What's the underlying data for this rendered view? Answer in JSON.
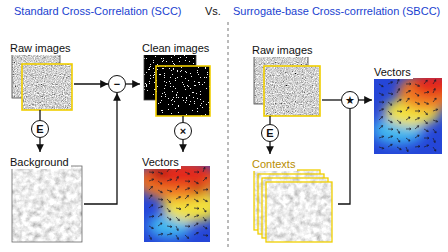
{
  "diagram": {
    "nodes": [
      {
        "text": [
          "Raw images"
        ]
      },
      {
        "text": [
          "E"
        ]
      },
      {
        "text": [
          "Background"
        ]
      },
      {
        "text": [
          "−"
        ]
      },
      {
        "text": [
          "Clean images"
        ]
      },
      {
        "text": [
          "×"
        ]
      },
      {
        "text": [
          "Vectors"
        ]
      },
      {
        "text": [
          "Raw images"
        ]
      },
      {
        "text": [
          "E"
        ]
      },
      {
        "text": [
          "Contexts"
        ]
      },
      {
        "text": [
          "★"
        ]
      },
      {
        "text": [
          "Vectors"
        ]
      }
    ],
    "edges": [
      {
        "from": 0,
        "to": 3,
        "arrow": "to"
      },
      {
        "from": 0,
        "to": 1,
        "arrow": "none"
      },
      {
        "from": 1,
        "to": 2,
        "arrow": "to"
      },
      {
        "from": 2,
        "to": 3,
        "arrow": "to"
      },
      {
        "from": 3,
        "to": 4,
        "arrow": "to"
      },
      {
        "from": 4,
        "to": 5,
        "arrow": "none"
      },
      {
        "from": 5,
        "to": 6,
        "arrow": "to"
      },
      {
        "from": 7,
        "to": 10,
        "arrow": "none"
      },
      {
        "from": 7,
        "to": 8,
        "arrow": "none"
      },
      {
        "from": 8,
        "to": 9,
        "arrow": "to"
      },
      {
        "from": 9,
        "to": 10,
        "arrow": "none"
      },
      {
        "from": 10,
        "to": 11,
        "arrow": "to"
      }
    ],
    "labels": [
      "Standard Cross-Correlation (SCC)",
      "Vs.",
      "Surrogate-base Cross-corrrelation (SBCC)"
    ]
  }
}
